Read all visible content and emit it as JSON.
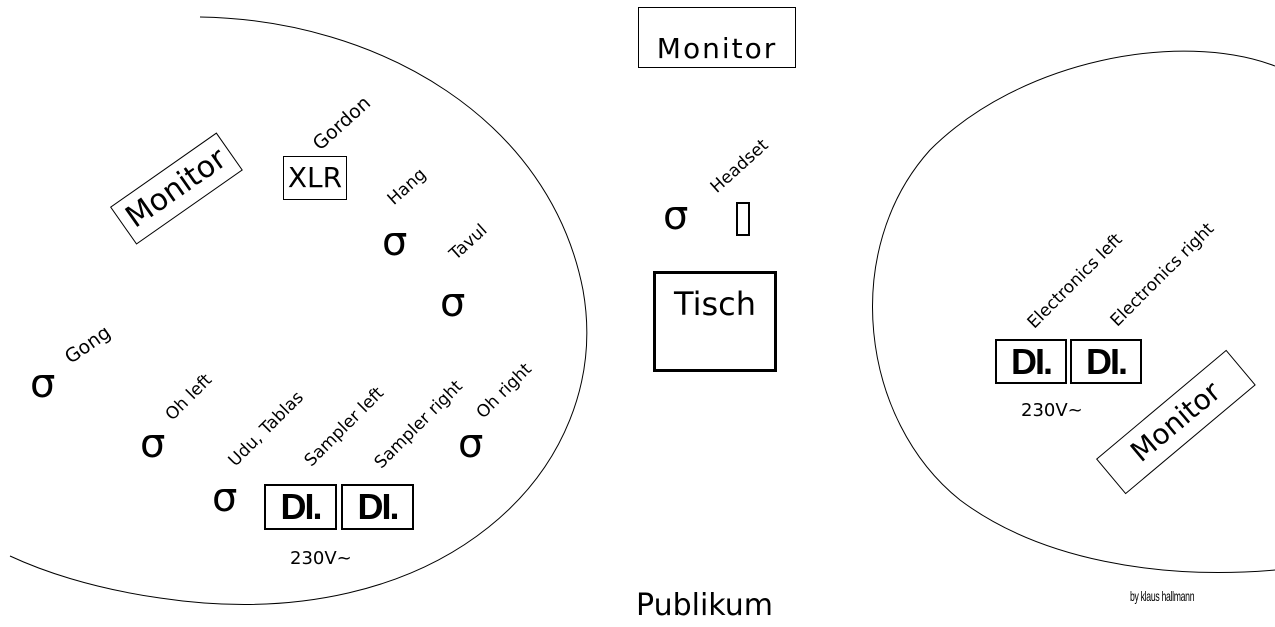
{
  "left_stage": {
    "monitor_label": "Monitor",
    "xlr_label": "XLR",
    "mics": {
      "gordon": "Gordon",
      "hang": "Hang",
      "tavul": "Tavul",
      "gong": "Gong",
      "oh_left": "Oh left",
      "udu_tablas": "Udu, Tablas",
      "sampler_left": "Sampler left",
      "sampler_right": "Sampler right",
      "oh_right": "Oh right"
    },
    "mic_symbol": "σ",
    "di_boxes": [
      "DI.",
      "DI."
    ],
    "power": "230V~"
  },
  "center": {
    "monitor_label": "Monitor",
    "headset_label": "Headset",
    "mic_symbol": "σ",
    "headset_symbol": "▯",
    "table_label": "Tisch",
    "audience_label": "Publikum"
  },
  "right_stage": {
    "electronics_left": "Electronics left",
    "electronics_right": "Electronics right",
    "di_boxes": [
      "DI.",
      "DI."
    ],
    "power": "230V~",
    "monitor_label": "Monitor",
    "credit": "by klaus hallmann"
  }
}
